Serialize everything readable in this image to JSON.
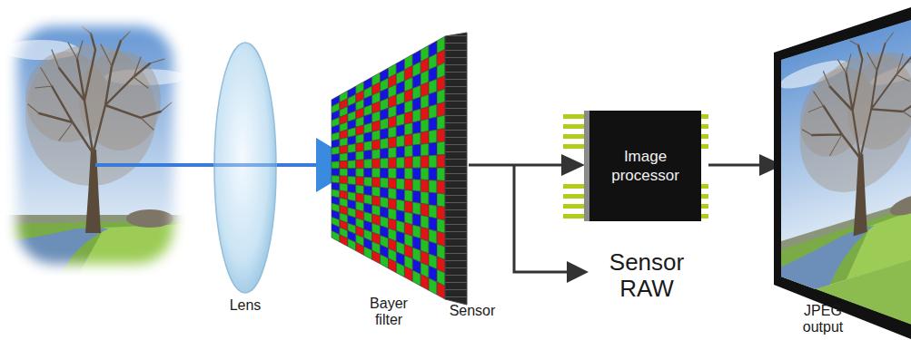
{
  "diagram": {
    "nodes": [
      {
        "text": [
          "Image processor"
        ]
      }
    ],
    "labels": [
      "Lens",
      "Bayer filter",
      "Sensor",
      "Sensor RAW",
      "JPEG output"
    ]
  }
}
